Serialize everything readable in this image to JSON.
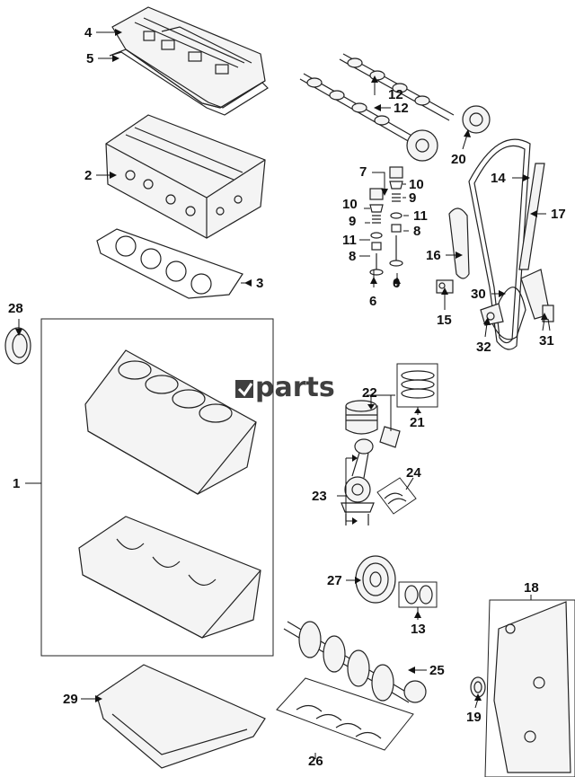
{
  "watermark": {
    "logo_text": "parts",
    "icon": "ev-logo-icon"
  },
  "callouts": {
    "c1": "1",
    "c2": "2",
    "c3": "3",
    "c4": "4",
    "c5": "5",
    "c6a": "6",
    "c6b": "6",
    "c7": "7",
    "c8a": "8",
    "c8b": "8",
    "c9a": "9",
    "c9b": "9",
    "c10a": "10",
    "c10b": "10",
    "c11a": "11",
    "c11b": "11",
    "c12a": "12",
    "c12b": "12",
    "c13": "13",
    "c14": "14",
    "c15": "15",
    "c16": "16",
    "c17": "17",
    "c18": "18",
    "c19": "19",
    "c20": "20",
    "c21": "21",
    "c22": "22",
    "c23": "23",
    "c24": "24",
    "c25": "25",
    "c26": "26",
    "c27": "27",
    "c28": "28",
    "c29": "29",
    "c30": "30",
    "c31": "31",
    "c32": "32"
  }
}
